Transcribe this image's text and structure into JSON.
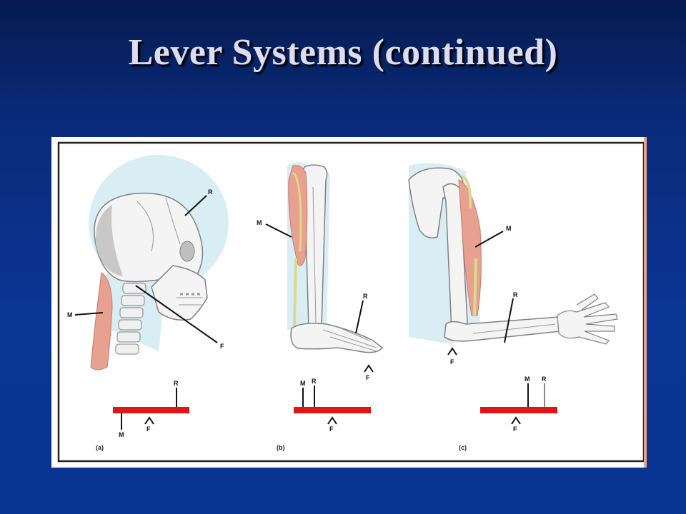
{
  "slide": {
    "title": "Lever Systems (continued)"
  },
  "colors": {
    "background": "#0b3594",
    "lever_bar": "#e01616",
    "muscle": "#e8a090",
    "bone_outline": "#808080",
    "halo": "#d9edf5"
  },
  "figure": {
    "panels": [
      {
        "id": "a",
        "caption": "(a)",
        "subject": "skull-and-neck",
        "labels": {
          "effort": "M",
          "resistance": "R",
          "fulcrum": "F"
        },
        "lever": {
          "effort": "M",
          "resistance": "R",
          "fulcrum": "F"
        }
      },
      {
        "id": "b",
        "caption": "(b)",
        "subject": "lower-leg-and-foot",
        "labels": {
          "effort": "M",
          "resistance": "R",
          "fulcrum": "F"
        },
        "lever": {
          "effort": "M",
          "resistance": "R",
          "fulcrum": "F"
        }
      },
      {
        "id": "c",
        "caption": "(c)",
        "subject": "arm-and-forearm",
        "labels": {
          "effort": "M",
          "resistance": "R",
          "fulcrum": "F"
        },
        "lever": {
          "effort": "M",
          "resistance": "R",
          "fulcrum": "F"
        }
      }
    ]
  }
}
